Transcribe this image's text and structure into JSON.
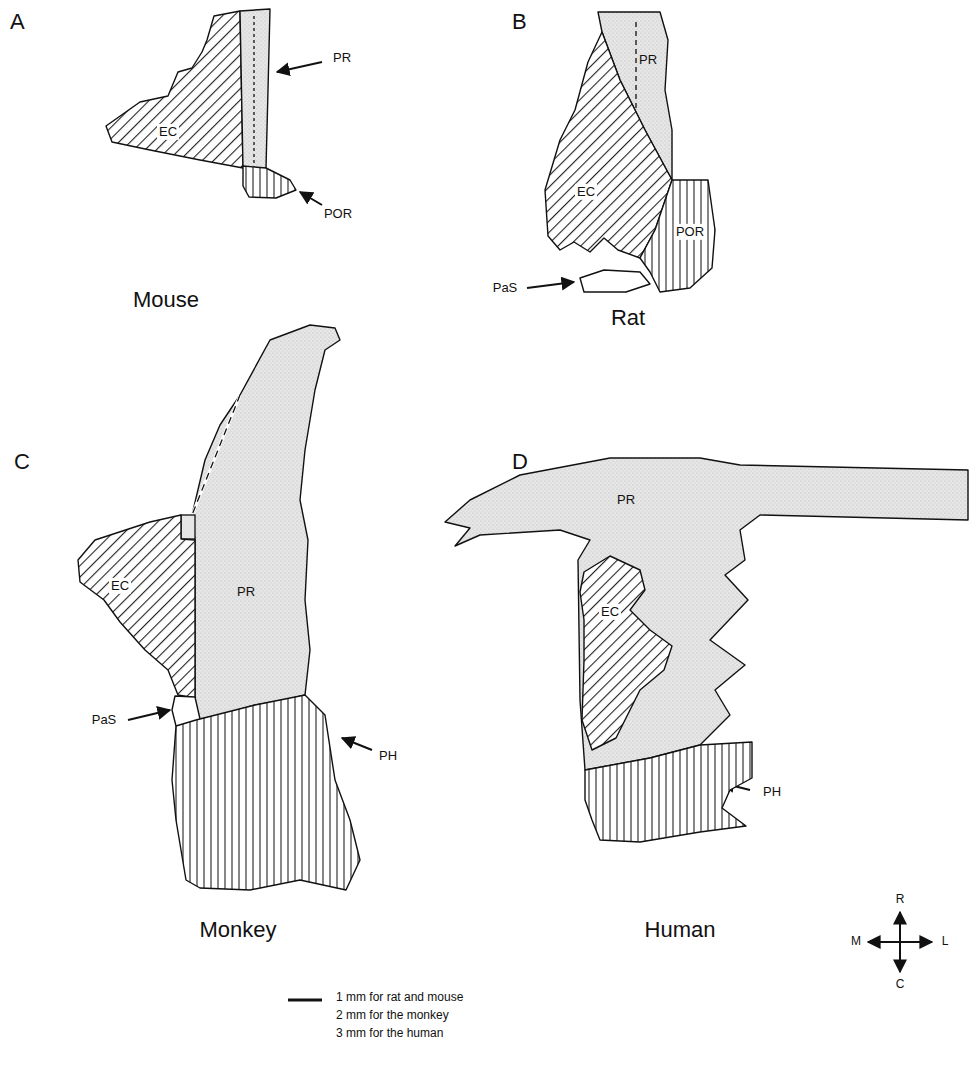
{
  "diagram": {
    "nodes": [
      {
        "text": [
          "EC"
        ]
      },
      {
        "text": [
          "PR"
        ]
      },
      {
        "text": [
          "POR"
        ]
      },
      {
        "text": [
          "PR"
        ]
      },
      {
        "text": [
          "EC"
        ]
      },
      {
        "text": [
          "POR"
        ]
      },
      {
        "text": [
          "PaS"
        ]
      },
      {
        "text": [
          "PR"
        ]
      },
      {
        "text": [
          "EC"
        ]
      },
      {
        "text": [
          "PaS"
        ]
      },
      {
        "text": [
          "PH"
        ]
      },
      {
        "text": [
          "PR"
        ]
      },
      {
        "text": [
          "EC"
        ]
      },
      {
        "text": [
          "PH"
        ]
      }
    ],
    "labels": [
      "A",
      "B",
      "C",
      "D",
      "Mouse",
      "Rat",
      "Monkey",
      "Human",
      "1 mm for rat and mouse",
      "2 mm for the monkey",
      "3 mm for the human",
      "R",
      "M",
      "L",
      "C"
    ]
  }
}
